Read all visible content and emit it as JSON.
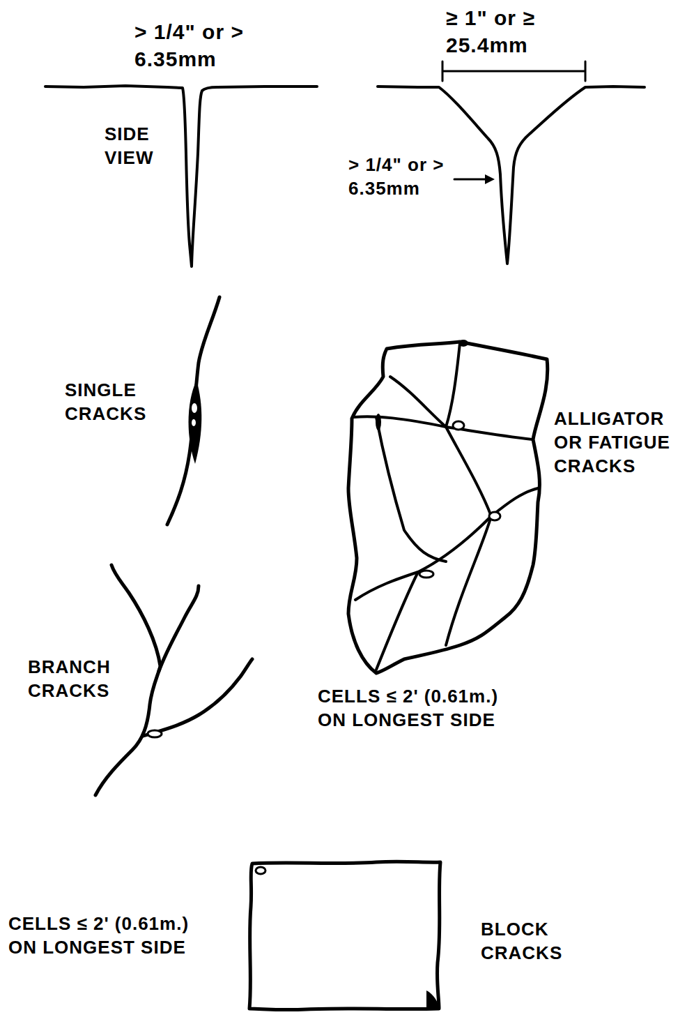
{
  "diagram": {
    "labels": [
      "> 1/4\" or > 6.35mm",
      "SIDE VIEW",
      "≥ 1\" or ≥ 25.4mm",
      "> 1/4\" or > 6.35mm",
      "SINGLE CRACKS",
      "ALLIGATOR OR FATIGUE CRACKS",
      "BRANCH CRACKS",
      "CELLS ≤ 2' (0.61m.) ON LONGEST SIDE",
      "CELLS ≤ 2' (0.61m.) ON LONGEST SIDE",
      "BLOCK CRACKS"
    ]
  }
}
